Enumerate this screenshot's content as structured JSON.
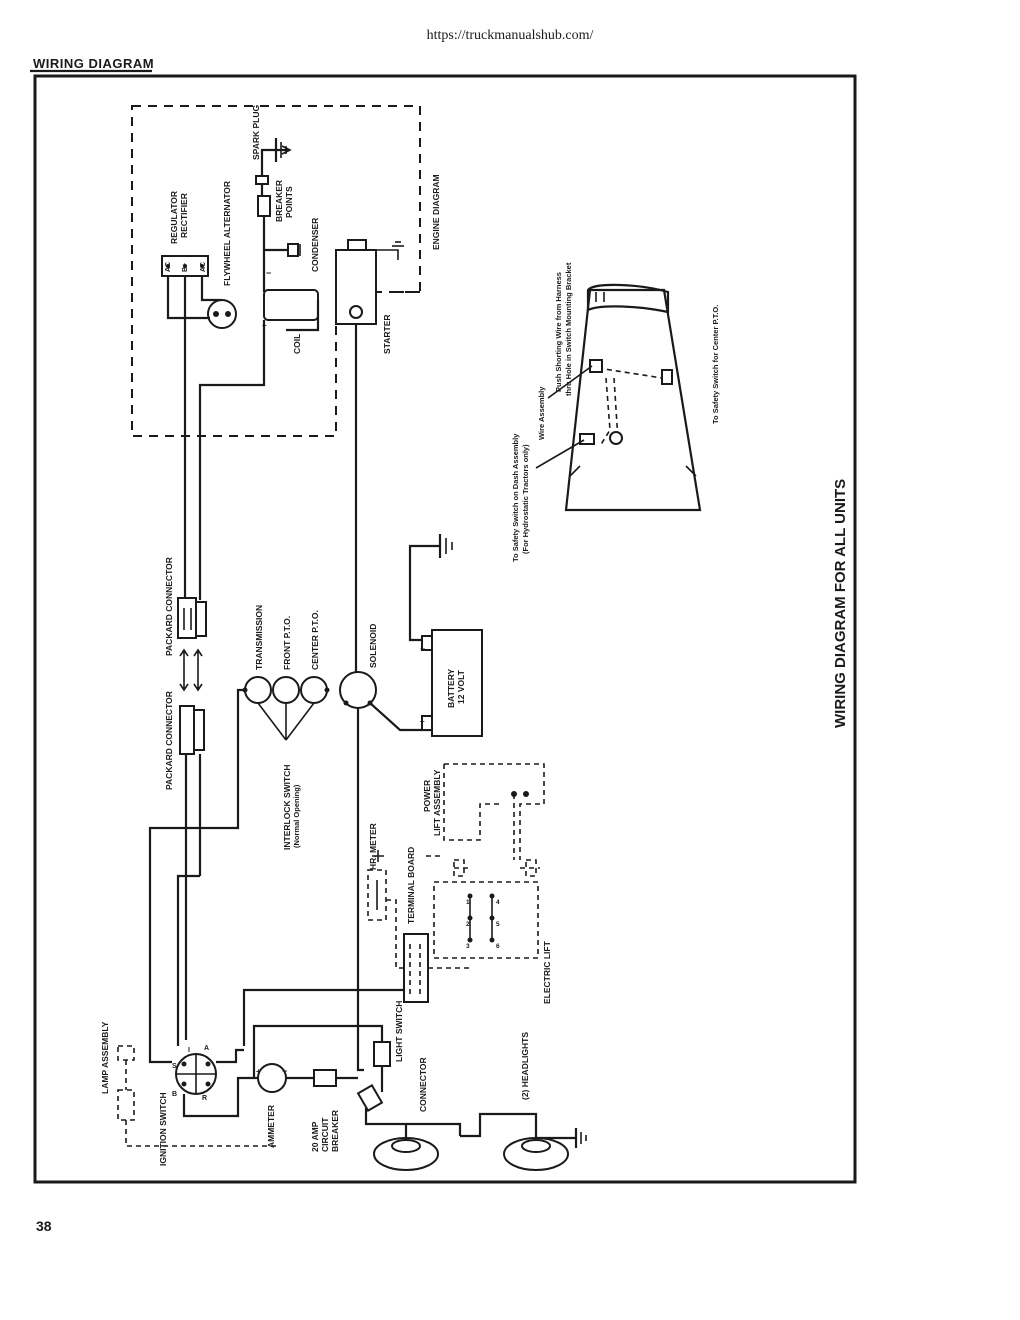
{
  "page": {
    "url": "https://truckmanualshub.com/",
    "header_title": "WIRING DIAGRAM",
    "page_number": "38"
  },
  "diagram": {
    "main_title": "WIRING DIAGRAM FOR ALL UNITS",
    "engine_diagram": "ENGINE DIAGRAM",
    "spark_plug": "SPARK PLUG",
    "flywheel_alternator": "FLYWHEEL ALTERNATOR",
    "breaker_points_1": "BREAKER",
    "breaker_points_2": "POINTS",
    "condenser": "CONDENSER",
    "regulator_1": "REGULATOR",
    "regulator_2": "RECTIFIER",
    "term_ac_1": "AC",
    "term_b_plus": "B+",
    "term_ac_2": "AC",
    "coil": "COIL",
    "starter": "STARTER",
    "packard_connector_top": "PACKARD CONNECTOR",
    "packard_connector_bottom": "PACKARD CONNECTOR",
    "transmission": "TRANSMISSION",
    "front_pto": "FRONT P.T.O.",
    "center_pto": "CENTER P.T.O.",
    "solenoid": "SOLENOID",
    "battery_1": "BATTERY",
    "battery_2": "12 VOLT",
    "interlock_switch_1": "INTERLOCK SWITCH",
    "interlock_switch_2": "(Normal Opening)",
    "hr_meter": "HR. METER",
    "terminal_board": "TERMINAL BOARD",
    "power_lift_1": "POWER",
    "power_lift_2": "LIFT ASSEMBLY",
    "electric_lift": "ELECTRIC LIFT",
    "lamp_assembly": "LAMP ASSEMBLY",
    "ignition_switch": "IGNITION SWITCH",
    "ammeter": "AMMETER",
    "circuit_breaker_1": "20 AMP",
    "circuit_breaker_2": "CIRCUIT",
    "circuit_breaker_3": "BREAKER",
    "light_switch": "LIGHT SWITCH",
    "connector": "CONNECTOR",
    "headlights": "(2) HEADLIGHTS",
    "safety_dash_1": "To Safety Switch on Dash Assembly",
    "safety_dash_2": "(For Hydrostatic Tractors only)",
    "wire_assembly": "Wire Assembly",
    "push_shorting_1": "Push Shorting Wire from Harness",
    "push_shorting_2": "thru Hole in Switch Mounting Bracket",
    "center_pto_safety": "To Safety Switch for Center P.T.O.",
    "ign_s": "S",
    "ign_i": "I",
    "ign_a": "A",
    "ign_b": "B",
    "ign_r": "R",
    "plus": "+",
    "minus": "−",
    "tb_1": "1",
    "tb_2": "2",
    "tb_3": "3",
    "tb_4": "4",
    "tb_5": "5",
    "tb_6": "6"
  }
}
